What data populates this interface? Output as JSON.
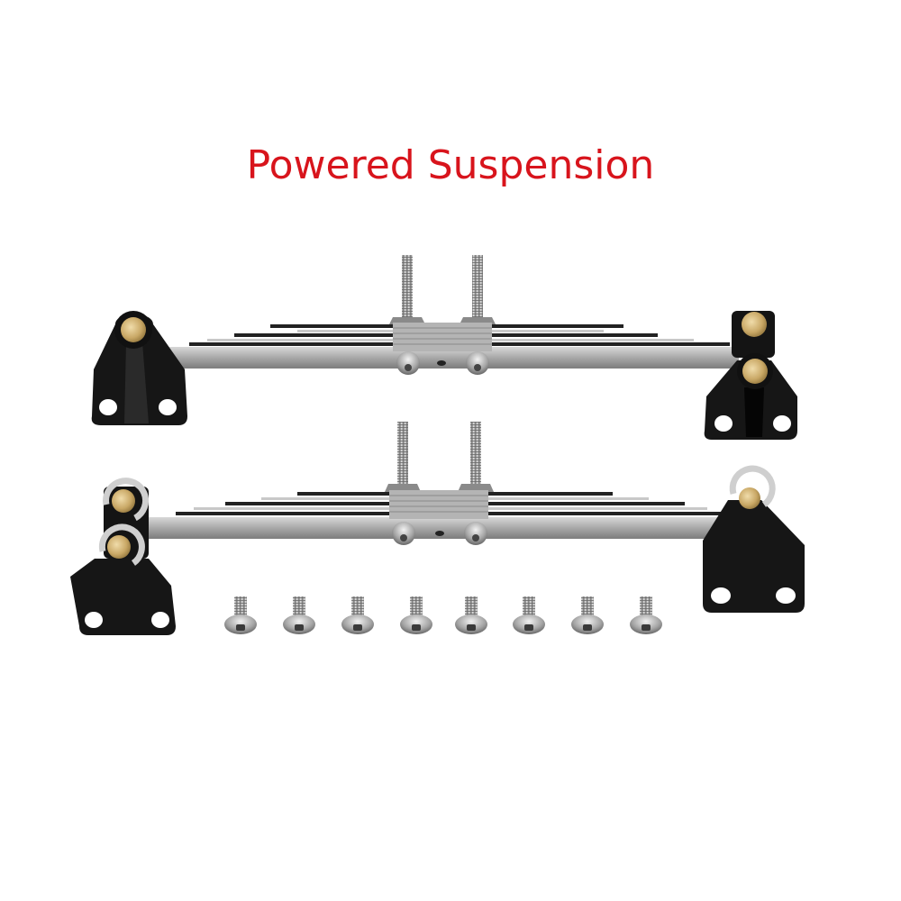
{
  "product": {
    "title": "Powered Suspension",
    "title_color": "#d8141c"
  },
  "assemblies": [
    {
      "name": "upper-leaf-spring-assembly",
      "left_hanger": "single-shackle-bracket",
      "right_hanger": "double-shackle-bracket",
      "u_bolts": 2,
      "leaves": 7
    },
    {
      "name": "lower-leaf-spring-assembly",
      "left_hanger": "double-shackle-bracket-with-e-clips",
      "right_hanger": "single-shackle-bracket-with-e-clip",
      "u_bolts": 2,
      "leaves": 7
    }
  ],
  "hardware": {
    "screw_count": 8,
    "screw_type": "button-head-hex-screw"
  },
  "colors": {
    "bracket": "#141414",
    "steel": "#9a9a9a",
    "brass": "#c8a86a",
    "title": "#d8141c"
  }
}
